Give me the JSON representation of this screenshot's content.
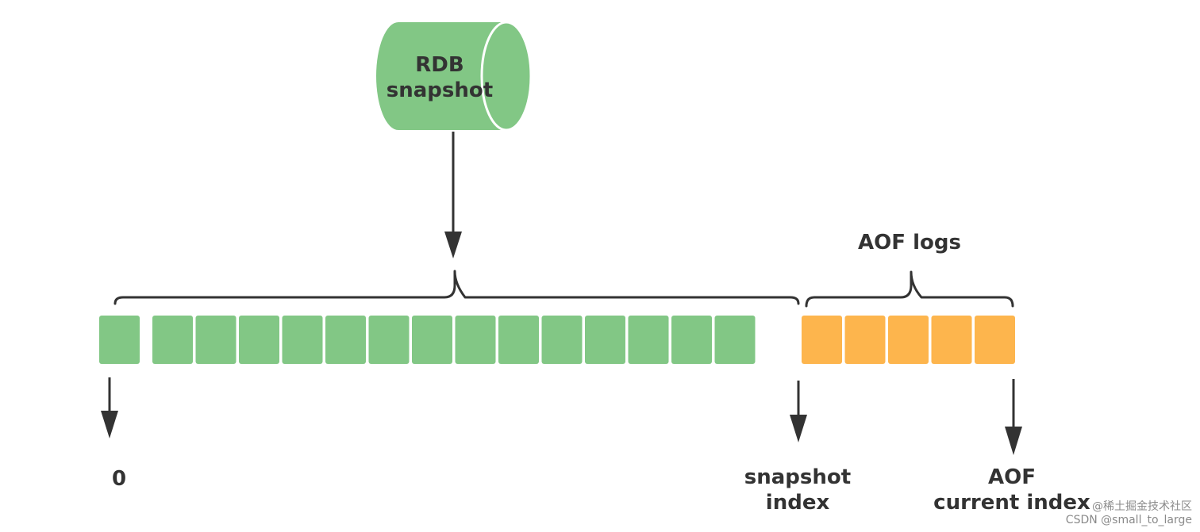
{
  "diagram": {
    "rdb_label_line1": "RDB",
    "rdb_label_line2": "snapshot",
    "aof_logs_label": "AOF logs",
    "zero_label": "0",
    "snapshot_index_line1": "snapshot",
    "snapshot_index_line2": "index",
    "aof_current_line1": "AOF",
    "aof_current_line2": "current index",
    "green_cell_count": 15,
    "orange_cell_count": 5
  },
  "watermark": {
    "line1": "@稀土掘金技术社区",
    "line2": "CSDN @small_to_large"
  },
  "colors": {
    "green": "#82c785",
    "orange": "#fdb54d",
    "stroke": "#333333",
    "cylinder_edge": "#ffffff"
  }
}
